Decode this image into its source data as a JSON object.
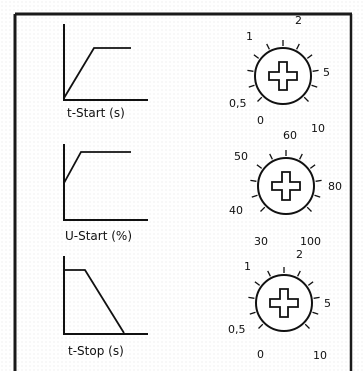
{
  "rows": [
    {
      "id": "t-start",
      "graph_label": "t-Start  (s)",
      "graph_type": "ramp-up",
      "dial_labels": [
        "0",
        "0,5",
        "1",
        "2",
        "5",
        "10"
      ]
    },
    {
      "id": "u-start",
      "graph_label": "U-Start  (%)",
      "graph_type": "step-ramp",
      "dial_labels": [
        "30",
        "40",
        "50",
        "60",
        "80",
        "100"
      ]
    },
    {
      "id": "t-stop",
      "graph_label": "t-Stop  (s)",
      "graph_type": "ramp-down",
      "dial_labels": [
        "0",
        "0,5",
        "1",
        "2",
        "5",
        "10"
      ]
    }
  ],
  "colors": {
    "ink": "#111111",
    "frame": "#1a1a1a",
    "background": "#ffffff"
  }
}
